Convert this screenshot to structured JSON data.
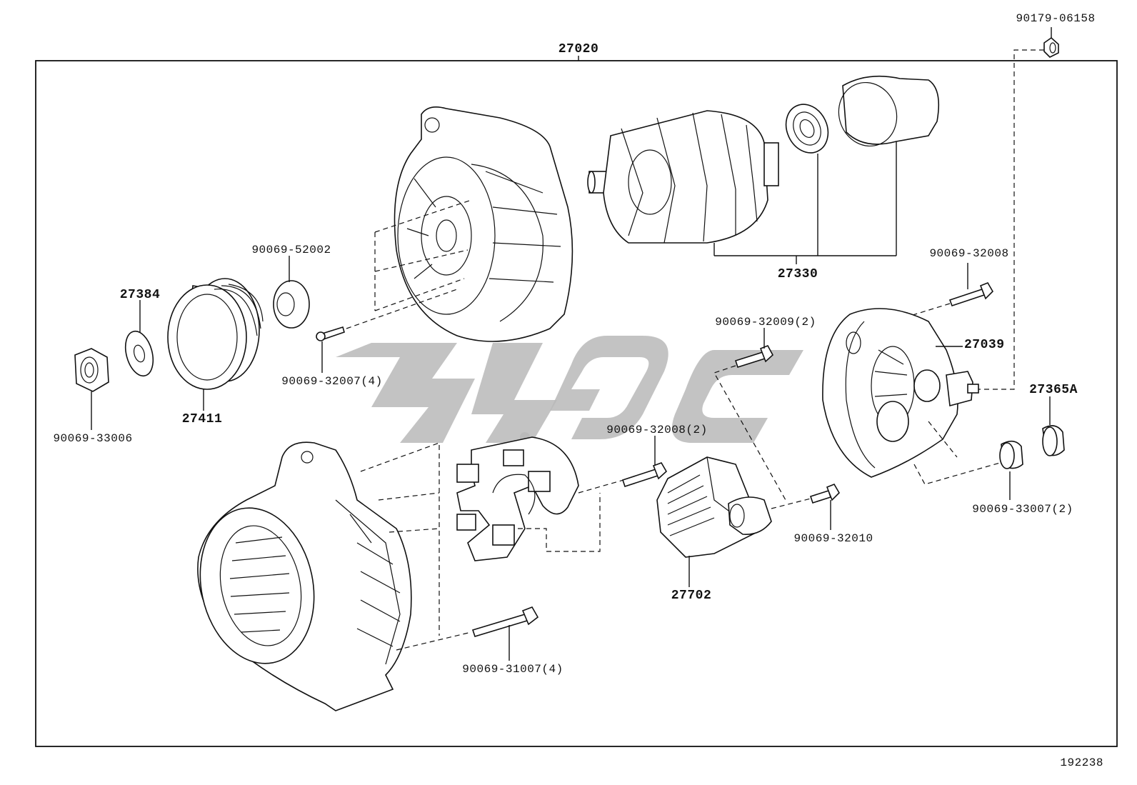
{
  "diagram": {
    "assembly_label": "27020",
    "figure_id": "192238",
    "parts": [
      {
        "id": "p90179-06158",
        "label": "90179-06158"
      },
      {
        "id": "p27330",
        "label": "27330"
      },
      {
        "id": "p90069-52002",
        "label": "90069-52002"
      },
      {
        "id": "p27384",
        "label": "27384"
      },
      {
        "id": "p90069-32007",
        "label": "90069-32007(4)"
      },
      {
        "id": "p27411",
        "label": "27411"
      },
      {
        "id": "p90069-33006",
        "label": "90069-33006"
      },
      {
        "id": "p90069-32008-top",
        "label": "90069-32008"
      },
      {
        "id": "p27039",
        "label": "27039"
      },
      {
        "id": "p90069-32009",
        "label": "90069-32009(2)"
      },
      {
        "id": "p27365A",
        "label": "27365A"
      },
      {
        "id": "p90069-32008-mid",
        "label": "90069-32008(2)"
      },
      {
        "id": "p90069-33007",
        "label": "90069-33007(2)"
      },
      {
        "id": "p90069-32010",
        "label": "90069-32010"
      },
      {
        "id": "p27702",
        "label": "27702"
      },
      {
        "id": "p90069-31007",
        "label": "90069-31007(4)"
      }
    ]
  }
}
